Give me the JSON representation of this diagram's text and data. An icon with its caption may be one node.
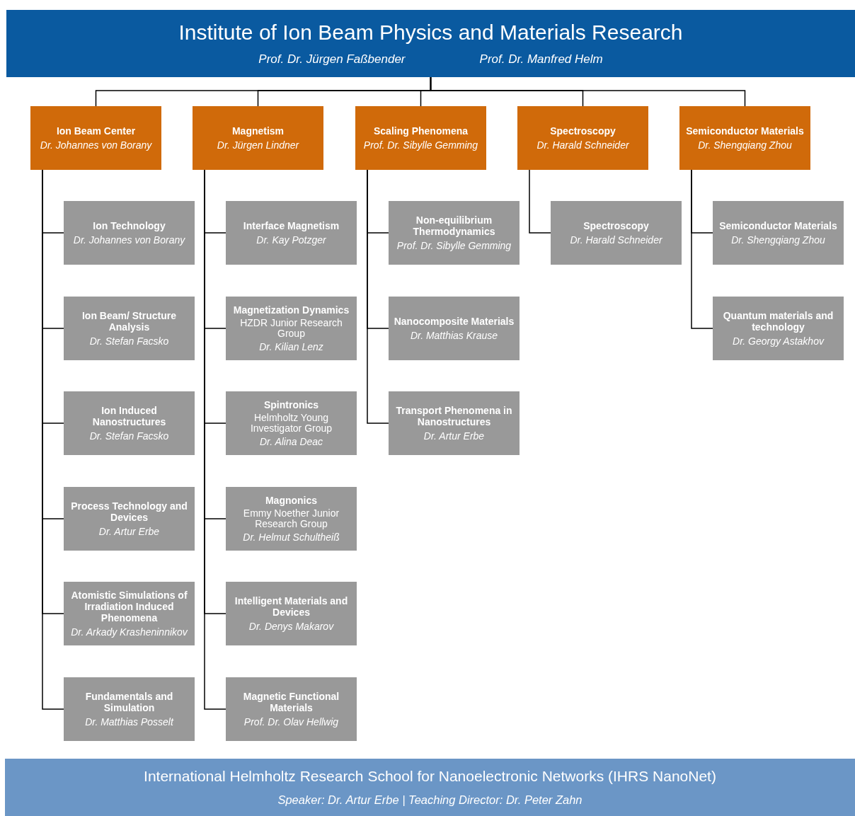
{
  "diagram": {
    "nodes": [
      {
        "text": [
          "Institute of Ion Beam Physics and Materials Research",
          "Prof. Dr. Jürgen Faßbender",
          "Prof. Dr. Manfred Helm"
        ]
      },
      {
        "text": [
          "Ion Beam Center",
          "Dr. Johannes von Borany"
        ]
      },
      {
        "text": [
          "Ion Technology",
          "Dr. Johannes von Borany"
        ]
      },
      {
        "text": [
          "Ion Beam/ Structure Analysis",
          "Dr. Stefan Facsko"
        ]
      },
      {
        "text": [
          "Ion Induced Nanostructures",
          "Dr. Stefan Facsko"
        ]
      },
      {
        "text": [
          "Process Technology and Devices",
          "Dr. Artur Erbe"
        ]
      },
      {
        "text": [
          "Atomistic Simulations of Irradiation Induced Phenomena",
          "Dr. Arkady Krasheninnikov"
        ]
      },
      {
        "text": [
          "Fundamentals and Simulation",
          "Dr. Matthias Posselt"
        ]
      },
      {
        "text": [
          "Magnetism",
          "Dr. Jürgen Lindner"
        ]
      },
      {
        "text": [
          "Interface Magnetism",
          "Dr. Kay Potzger"
        ]
      },
      {
        "text": [
          "Magnetization Dynamics",
          "HZDR Junior Research Group",
          "Dr. Kilian Lenz"
        ]
      },
      {
        "text": [
          "Spintronics",
          "Helmholtz Young Investigator Group",
          "Dr. Alina Deac"
        ]
      },
      {
        "text": [
          "Magnonics",
          "Emmy Noether Junior Research Group",
          "Dr. Helmut Schultheiß"
        ]
      },
      {
        "text": [
          "Intelligent Materials and Devices",
          "Dr. Denys Makarov"
        ]
      },
      {
        "text": [
          "Magnetic Functional Materials",
          "Prof. Dr. Olav Hellwig"
        ]
      },
      {
        "text": [
          "Scaling Phenomena",
          "Prof. Dr. Sibylle Gemming"
        ]
      },
      {
        "text": [
          "Non-equilibrium Thermodynamics",
          "Prof. Dr. Sibylle Gemming"
        ]
      },
      {
        "text": [
          "Nanocomposite Materials",
          "Dr. Matthias Krause"
        ]
      },
      {
        "text": [
          "Transport Phenomena in Nanostructures",
          "Dr. Artur Erbe"
        ]
      },
      {
        "text": [
          "Spectroscopy",
          "Dr. Harald Schneider"
        ]
      },
      {
        "text": [
          "Spectroscopy",
          "Dr. Harald Schneider"
        ]
      },
      {
        "text": [
          "Semiconductor Materials",
          "Dr. Shengqiang Zhou"
        ]
      },
      {
        "text": [
          "Semiconductor Materials",
          "Dr. Shengqiang Zhou"
        ]
      },
      {
        "text": [
          "Quantum materials and technology",
          "Dr. Georgy Astakhov"
        ]
      },
      {
        "text": [
          "International Helmholtz Research School for Nanoelectronic Networks (IHRS NanoNet)",
          "Speaker: Dr. Artur Erbe | Teaching Director: Dr. Peter Zahn"
        ]
      }
    ],
    "edges": [
      {
        "from": 0,
        "to": 1,
        "arrow": "none"
      },
      {
        "from": 0,
        "to": 8,
        "arrow": "none"
      },
      {
        "from": 0,
        "to": 15,
        "arrow": "none"
      },
      {
        "from": 0,
        "to": 19,
        "arrow": "none"
      },
      {
        "from": 0,
        "to": 21,
        "arrow": "none"
      },
      {
        "from": 1,
        "to": 2,
        "arrow": "none"
      },
      {
        "from": 1,
        "to": 3,
        "arrow": "none"
      },
      {
        "from": 1,
        "to": 4,
        "arrow": "none"
      },
      {
        "from": 1,
        "to": 5,
        "arrow": "none"
      },
      {
        "from": 1,
        "to": 6,
        "arrow": "none"
      },
      {
        "from": 1,
        "to": 7,
        "arrow": "none"
      },
      {
        "from": 8,
        "to": 9,
        "arrow": "none"
      },
      {
        "from": 8,
        "to": 10,
        "arrow": "none"
      },
      {
        "from": 8,
        "to": 11,
        "arrow": "none"
      },
      {
        "from": 8,
        "to": 12,
        "arrow": "none"
      },
      {
        "from": 8,
        "to": 13,
        "arrow": "none"
      },
      {
        "from": 8,
        "to": 14,
        "arrow": "none"
      },
      {
        "from": 15,
        "to": 16,
        "arrow": "none"
      },
      {
        "from": 15,
        "to": 17,
        "arrow": "none"
      },
      {
        "from": 15,
        "to": 18,
        "arrow": "none"
      },
      {
        "from": 19,
        "to": 20,
        "arrow": "none"
      },
      {
        "from": 21,
        "to": 22,
        "arrow": "none"
      },
      {
        "from": 21,
        "to": 23,
        "arrow": "none"
      }
    ]
  }
}
